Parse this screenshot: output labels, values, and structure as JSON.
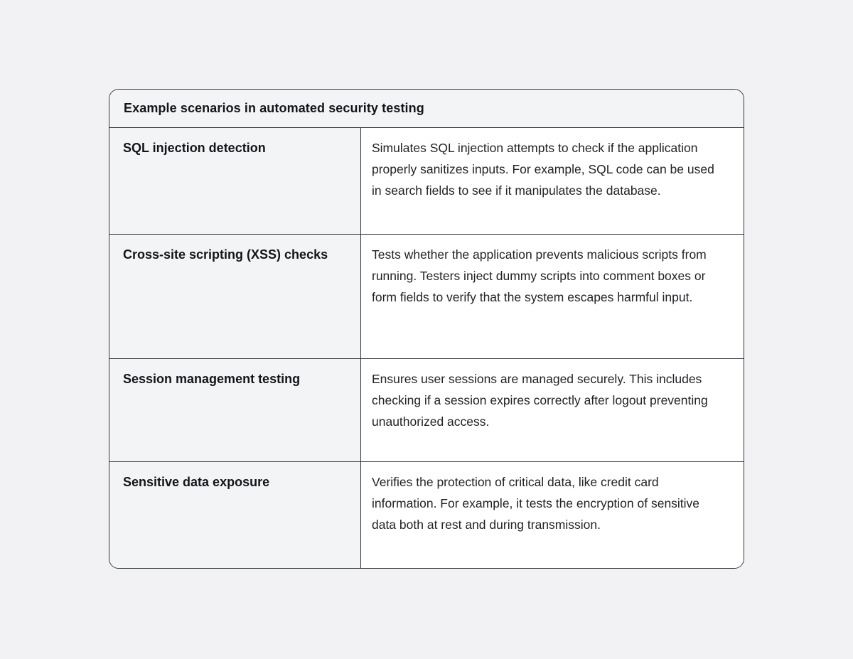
{
  "table": {
    "title": "Example scenarios in automated security testing",
    "rows": [
      {
        "label": "SQL injection detection",
        "description": "Simulates SQL injection attempts to check if the application properly sanitizes inputs. For example, SQL code can be used in search fields to see if it manipulates the database."
      },
      {
        "label": "Cross-site scripting (XSS) checks",
        "description": "Tests whether the application prevents malicious scripts from running. Testers inject dummy scripts into comment boxes or form fields to verify that the system escapes harmful input."
      },
      {
        "label": "Session management testing",
        "description": "Ensures user sessions are managed securely. This includes checking if a session expires correctly after logout preventing unauthorized access."
      },
      {
        "label": "Sensitive data exposure",
        "description": "Verifies the protection of critical data, like credit card information. For example, it tests the encryption of sensitive data both at rest and during transmission."
      }
    ],
    "colors": {
      "page_background": "#f2f2f4",
      "cell_shaded_background": "#f3f4f6",
      "cell_body_background": "#ffffff",
      "border": "#35373a",
      "text": "#1e1f22"
    }
  }
}
